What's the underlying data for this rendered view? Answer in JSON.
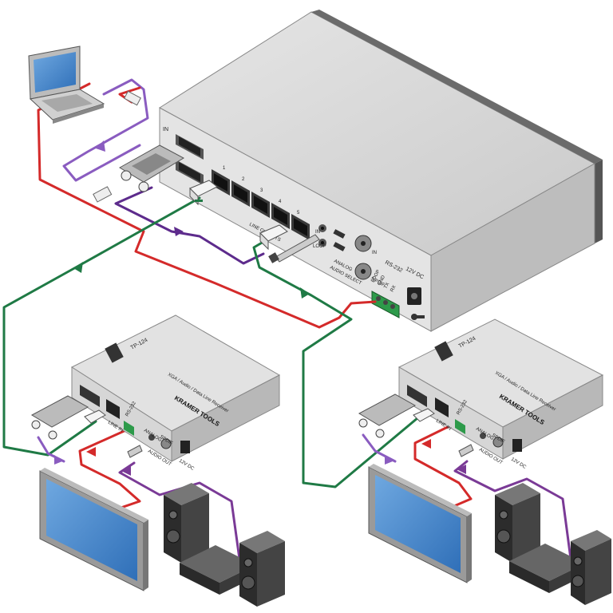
{
  "main_unit": {
    "in_label": "IN",
    "port_numbers": [
      "1",
      "2",
      "3",
      "4",
      "5"
    ],
    "line_outputs_label": "LINE OUTPUTS",
    "audio_in_label": "IN",
    "loop_label": "LOOP",
    "analog_label": "ANALOG",
    "audio_select_label": "AUDIO SELECT",
    "spdif_in_label": "IN",
    "spdif_label": "S/PDIF",
    "rs232_label": "RS-232",
    "dc_label": "12V DC",
    "terminal_labels": [
      "GND",
      "TX",
      "RX",
      "LOOP"
    ]
  },
  "receivers": [
    {
      "model": "TP-124",
      "description": "XGA / Audio / Data Line Receiver",
      "brand": "KRAMER TOOLS",
      "line_in_label": "LINE IN",
      "rs232_label": "RS-232",
      "analog_label": "ANALOG",
      "audio_out_label": "AUDIO OUT",
      "spdif_label": "SPDIF",
      "dc_label": "12V DC"
    },
    {
      "model": "TP-124",
      "description": "XGA / Audio / Data Line Receiver",
      "brand": "KRAMER TOOLS",
      "line_in_label": "LINE IN",
      "rs232_label": "RS-232",
      "analog_label": "ANALOG",
      "audio_out_label": "AUDIO OUT",
      "spdif_label": "SPDIF",
      "dc_label": "12V DC"
    }
  ],
  "colors": {
    "vga_cable": "#8a5cc0",
    "rs232_cable": "#d42a2a",
    "twisted_pair_cable": "#1f7a45",
    "audio_cable": "#7a3a96",
    "device_body": "#d8d8d8",
    "device_dark": "#6a6a6a"
  },
  "icons": [
    "laptop-icon",
    "display-icon",
    "speaker-icon",
    "audio-receiver-icon"
  ]
}
